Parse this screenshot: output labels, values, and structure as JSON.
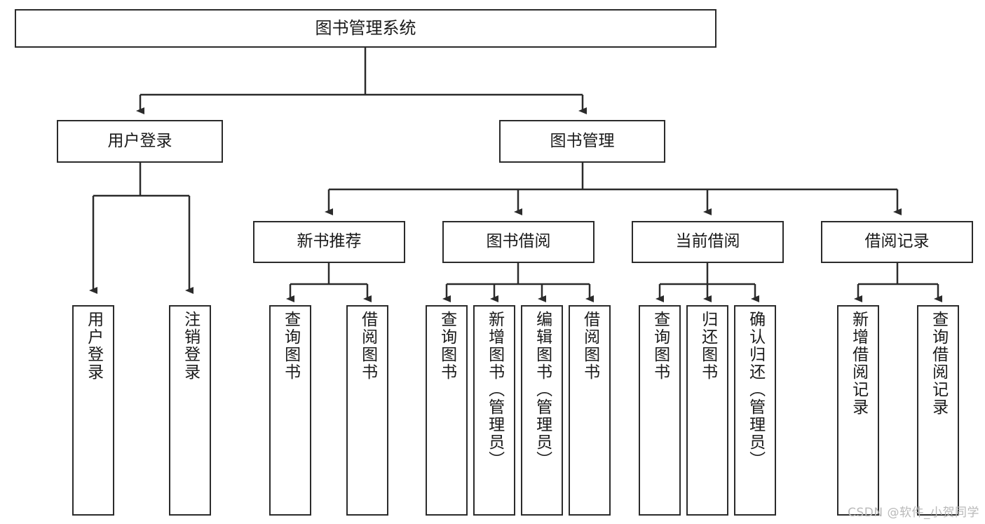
{
  "diagram": {
    "title": "图书管理系统",
    "type": "tree",
    "orientation": "top-down",
    "colors": {
      "box_border": "#2b2b2b",
      "box_fill": "#ffffff",
      "edge": "#2b2b2b",
      "text": "#1a1a1a",
      "watermark": "#b9b9b9"
    },
    "nodes": {
      "root": {
        "label": "图书管理系统",
        "orientation": "horizontal"
      },
      "level2": [
        {
          "id": "user-login",
          "label": "用户登录",
          "orientation": "horizontal"
        },
        {
          "id": "book-management",
          "label": "图书管理",
          "orientation": "horizontal"
        }
      ],
      "level3": [
        {
          "id": "new-book-recommend",
          "label": "新书推荐",
          "orientation": "horizontal"
        },
        {
          "id": "book-borrow",
          "label": "图书借阅",
          "orientation": "horizontal"
        },
        {
          "id": "current-borrow",
          "label": "当前借阅",
          "orientation": "horizontal"
        },
        {
          "id": "borrow-record",
          "label": "借阅记录",
          "orientation": "horizontal"
        }
      ],
      "leaves": [
        {
          "id": "leaf-user-login",
          "label": "用户登录",
          "parent": "user-login",
          "orientation": "vertical"
        },
        {
          "id": "leaf-user-logout",
          "label": "注销登录",
          "parent": "user-login",
          "orientation": "vertical"
        },
        {
          "id": "leaf-query-book-1",
          "label": "查询图书",
          "parent": "new-book-recommend",
          "orientation": "vertical"
        },
        {
          "id": "leaf-borrow-book-1",
          "label": "借阅图书",
          "parent": "new-book-recommend",
          "orientation": "vertical"
        },
        {
          "id": "leaf-query-book-2",
          "label": "查询图书",
          "parent": "book-borrow",
          "orientation": "vertical"
        },
        {
          "id": "leaf-add-book",
          "label": "新增图书（管理员）",
          "parent": "book-borrow",
          "orientation": "vertical"
        },
        {
          "id": "leaf-edit-book",
          "label": "编辑图书（管理员）",
          "parent": "book-borrow",
          "orientation": "vertical"
        },
        {
          "id": "leaf-borrow-book-2",
          "label": "借阅图书",
          "parent": "book-borrow",
          "orientation": "vertical"
        },
        {
          "id": "leaf-query-book-3",
          "label": "查询图书",
          "parent": "current-borrow",
          "orientation": "vertical"
        },
        {
          "id": "leaf-return-book",
          "label": "归还图书",
          "parent": "current-borrow",
          "orientation": "vertical"
        },
        {
          "id": "leaf-confirm-return",
          "label": "确认归还（管理员）",
          "parent": "current-borrow",
          "orientation": "vertical"
        },
        {
          "id": "leaf-add-record",
          "label": "新增借阅记录",
          "parent": "borrow-record",
          "orientation": "vertical"
        },
        {
          "id": "leaf-query-record",
          "label": "查询借阅记录",
          "parent": "borrow-record",
          "orientation": "vertical"
        }
      ]
    },
    "watermark": "CSDN @软件_小贺同学"
  }
}
